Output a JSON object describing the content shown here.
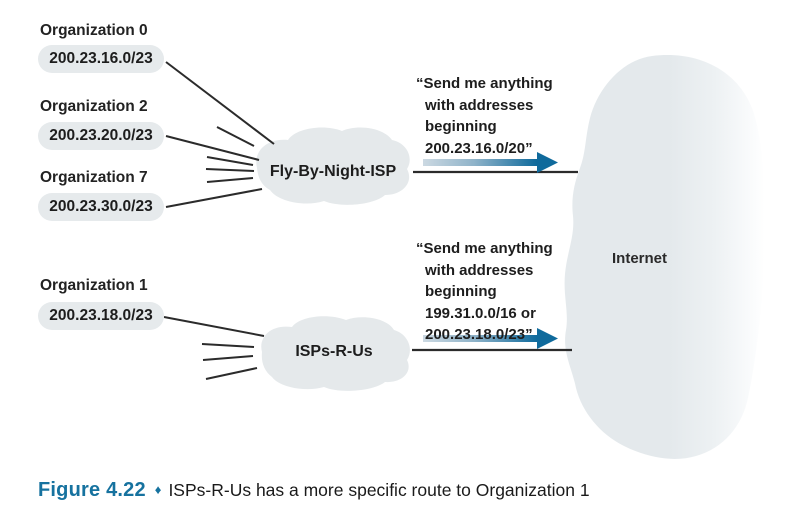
{
  "figure": {
    "organizations": [
      {
        "name": "Organization 0",
        "prefix": "200.23.16.0/23"
      },
      {
        "name": "Organization 2",
        "prefix": "200.23.20.0/23"
      },
      {
        "name": "Organization 7",
        "prefix": "200.23.30.0/23"
      },
      {
        "name": "Organization 1",
        "prefix": "200.23.18.0/23"
      }
    ],
    "isps": [
      {
        "name": "Fly-By-Night-ISP",
        "announcement": "“Send me anything\nwith addresses\nbeginning\n200.23.16.0/20”"
      },
      {
        "name": "ISPs-R-Us",
        "announcement": "“Send me anything\nwith addresses\nbeginning\n199.31.0.0/16 or\n200.23.18.0/23”"
      }
    ],
    "internet_label": "Internet"
  },
  "caption": {
    "figure_label": "Figure 4.22",
    "separator": "♦",
    "text": "ISPs-R-Us has a more specific route to Organization 1"
  },
  "colors": {
    "cloud_fill": "#e5e9eb",
    "accent_blue": "#16729f",
    "arrow_dark": "#0f6a9c",
    "line": "#2b2b2b"
  }
}
